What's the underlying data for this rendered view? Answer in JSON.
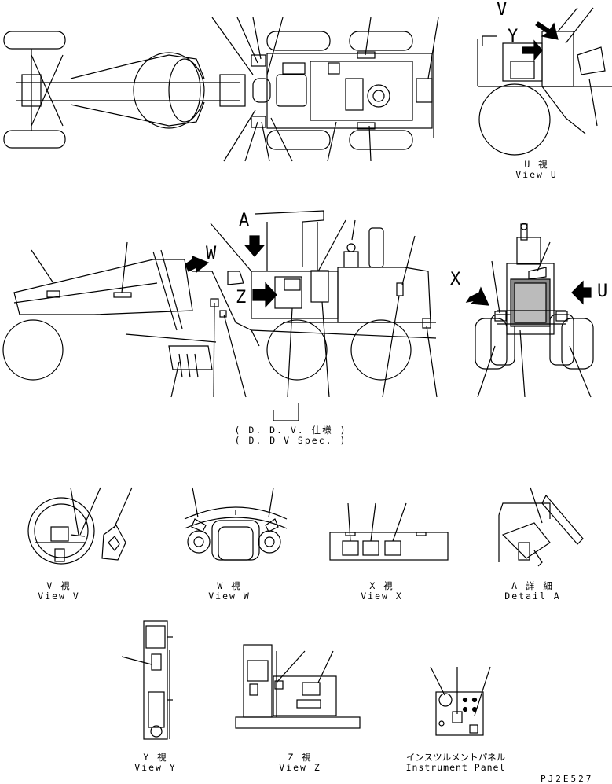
{
  "views": {
    "u": {
      "jp": "U 視",
      "en": "View U"
    },
    "v": {
      "jp": "V 視",
      "en": "View V"
    },
    "w": {
      "jp": "W 視",
      "en": "View W"
    },
    "x": {
      "jp": "X 視",
      "en": "View X"
    },
    "a": {
      "jp": "A 詳 細",
      "en": "Detail A"
    },
    "y": {
      "jp": "Y 視",
      "en": "View Y"
    },
    "z": {
      "jp": "Z 視",
      "en": "View Z"
    },
    "panel": {
      "jp": "インスツルメントパネル",
      "en": "Instrument Panel"
    }
  },
  "spec": {
    "jp": "( D. D. V. 仕様 )",
    "en": "( D. D V Spec. )"
  },
  "view_letters": {
    "a": "A",
    "w": "W",
    "z": "Z",
    "x": "X",
    "u": "U",
    "v": "V",
    "y": "Y"
  },
  "drawing_code": "PJ2E527"
}
